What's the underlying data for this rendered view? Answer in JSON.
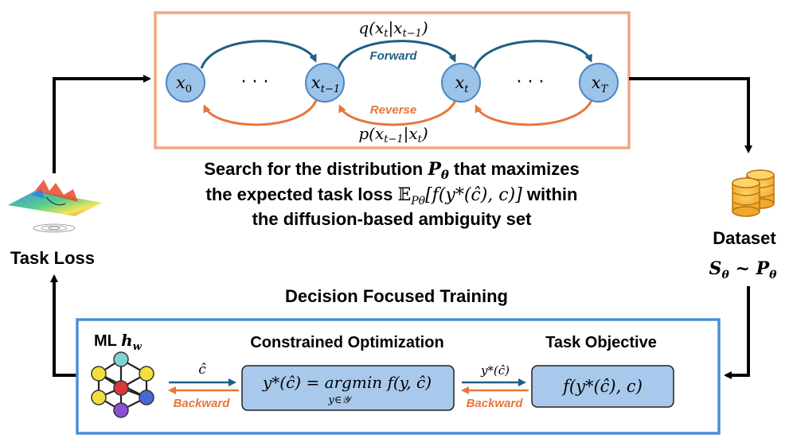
{
  "top_panel": {
    "nodes": [
      "x0",
      "xt-1",
      "xt",
      "xT"
    ],
    "node_labels": {
      "x0": {
        "base": "x",
        "sub": "0"
      },
      "xtm1": {
        "base": "x",
        "sub": "t−1"
      },
      "xt": {
        "base": "x",
        "sub": "t"
      },
      "xT": {
        "base": "x",
        "sub": "T"
      }
    },
    "ellipsis": "· · ·",
    "forward_label": "Forward",
    "reverse_label": "Reverse",
    "q_formula": "q(xt|xt−1)",
    "p_formula": "p(xt−1|xt)"
  },
  "caption": {
    "line1_a": "Search for the distribution ",
    "line1_sym": "P",
    "line1_sub": "θ",
    "line1_b": " that maximizes",
    "line2_a": "the expected task loss ",
    "line2_expr": "𝔼",
    "line2_expr_sub": "Pθ",
    "line2_expr_body": "[f(y*(ĉ), c)]",
    "line2_b": " within",
    "line3": "the diffusion-based ambiguity set"
  },
  "left": {
    "task_loss_label": "Task Loss"
  },
  "right": {
    "dataset_label": "Dataset",
    "dataset_formula_S": "S",
    "dataset_formula_sub": "θ",
    "dataset_formula_tilde": "~",
    "dataset_formula_P": "P",
    "dataset_formula_psub": "θ"
  },
  "bottom": {
    "section_title": "Decision Focused Training",
    "ml_label": "ML ",
    "ml_h": "h",
    "ml_sub": "w",
    "constrained_title": "Constrained Optimization",
    "task_title": "Task Objective",
    "chat": "ĉ",
    "backward_label": "Backward",
    "ystar_chat": "y*(ĉ)",
    "opt_formula": "y*(ĉ) = argmin f(y, ĉ)",
    "opt_under": "y∈𝒴",
    "task_formula": "f(y*(ĉ), c)"
  },
  "colors": {
    "forward": "#1f5f84",
    "reverse": "#e8763a",
    "node_fill": "#9cc3e8",
    "node_stroke": "#4a86c6",
    "top_border": "#f2a77e",
    "bottom_border": "#4a8fd6",
    "inner_box": "#a9c9ec"
  }
}
